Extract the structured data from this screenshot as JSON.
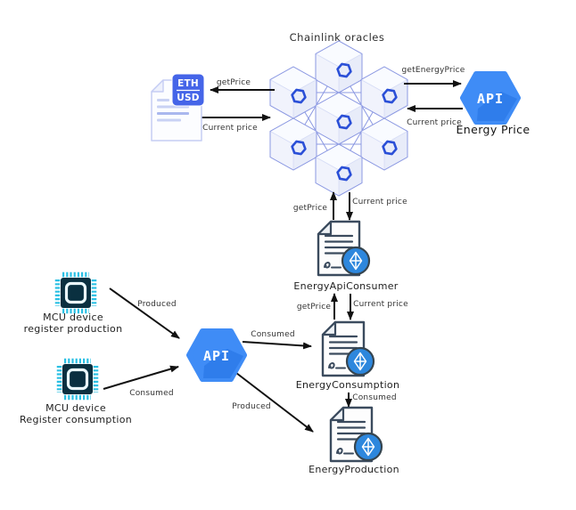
{
  "nodes": {
    "chainlink": {
      "title": "Chainlink oracles"
    },
    "eth_usd_feed": {
      "badge_line1": "ETH",
      "badge_line2": "USD"
    },
    "energy_price_api": {
      "icon_text": "API",
      "label": "Energy Price"
    },
    "iot_api": {
      "icon_text": "API"
    },
    "energy_api_consumer": {
      "label": "EnergyApiConsumer"
    },
    "energy_consumption": {
      "label": "EnergyConsumption"
    },
    "energy_production": {
      "label": "EnergyProduction"
    },
    "mcu_production": {
      "label_line1": "MCU device",
      "label_line2": "register production"
    },
    "mcu_consumption": {
      "label_line1": "MCU device",
      "label_line2": "Register consumption"
    }
  },
  "edges": {
    "oracle_to_feed_request": "getPrice",
    "feed_to_oracle_response": "Current price",
    "oracle_to_api_request": "getEnergyPrice",
    "api_to_oracle_response": "Current price",
    "consumer_to_oracle_request": "getPrice",
    "oracle_to_consumer_response": "Current price",
    "consumption_to_consumer_request": "getPrice",
    "consumer_to_consumption_response": "Current price",
    "api_to_consumption": "Consumed",
    "api_to_production": "Produced",
    "consumption_to_production": "Consumed",
    "mcu_production_to_api": "Produced",
    "mcu_consumption_to_api": "Consumed"
  },
  "colors": {
    "oracle_hex_fill": "#eef1fb",
    "oracle_hex_stroke": "#8b98e2",
    "chainlink_logo_blue": "#2a4fd7",
    "api_hex_blue": "#3f8cf6",
    "api_hex_shadow": "#2d7ae9",
    "price_badge_blue": "#4565e8",
    "contract_outline": "#3b4b5e",
    "eth_circle_blue": "#2d87dd",
    "chip_cyan": "#2bc0e4",
    "chip_body": "#0a3040",
    "arrow_black": "#111111"
  }
}
